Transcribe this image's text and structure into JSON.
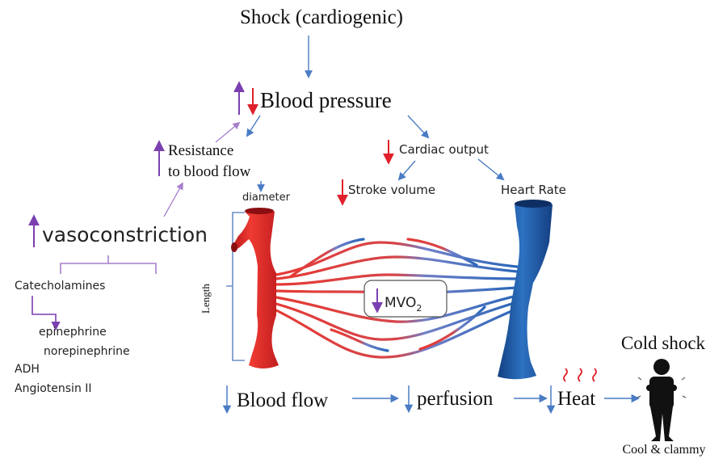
{
  "title": "Shock (cardiogenic)",
  "nodes": {
    "blood_pressure": "Blood pressure",
    "resistance_line1": "Resistance",
    "resistance_line2": "to blood flow",
    "cardiac_output": "Cardiac output",
    "stroke_volume": "Stroke volume",
    "heart_rate": "Heart Rate",
    "diameter": "diameter",
    "length": "Length",
    "vasoconstriction": "vasoconstriction",
    "catecholamines": "Catecholamines",
    "epinephrine": "epinephrine",
    "norepinephrine": "norepinephrine",
    "adh": "ADH",
    "angiotensin": "Angiotensin II",
    "mvo2_main": "MVO",
    "mvo2_sub": "2",
    "blood_flow": "Blood flow",
    "perfusion": "perfusion",
    "heat": "Heat",
    "cold_shock": "Cold shock",
    "cool_clammy": "Cool & clammy"
  },
  "colors": {
    "arrow_blue": "#4a7cc4",
    "arrow_red": "#e0202a",
    "arrow_purple": "#7a3fb0",
    "bracket_purple": "#a77fcc",
    "artery_red": "#e3312e",
    "vein_blue": "#1f5fae"
  },
  "icons": [
    "heat-wave-icon",
    "person-cold-icon"
  ]
}
